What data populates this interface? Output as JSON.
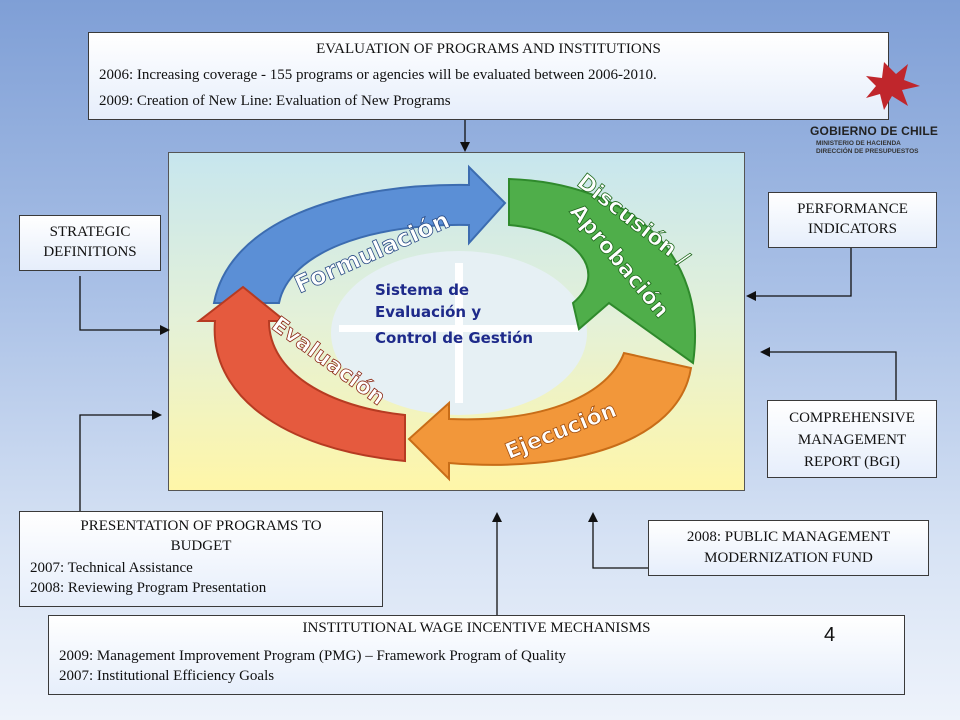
{
  "evaluation": {
    "title": "EVALUATION OF PROGRAMS AND INSTITUTIONS",
    "line1": "2006: Increasing coverage - 155 programs or agencies will be evaluated between 2006-2010.",
    "line2": "2009: Creation of New Line: Evaluation of New Programs"
  },
  "logo": {
    "name": "GOBIERNO DE CHILE",
    "sub1": "MINISTERIO DE HACIENDA",
    "sub2": "DIRECCIÓN DE PRESUPUESTOS",
    "color": "#c0262c"
  },
  "strategic": {
    "line1": "STRATEGIC",
    "line2": "DEFINITIONS"
  },
  "performance": {
    "line1": "PERFORMANCE",
    "line2": "INDICATORS"
  },
  "bgi": {
    "line1": "COMPREHENSIVE",
    "line2": "MANAGEMENT",
    "line3": "REPORT (BGI)"
  },
  "presentation": {
    "title1": "PRESENTATION OF PROGRAMS TO",
    "title2": "BUDGET",
    "line1": "2007: Technical Assistance",
    "line2": "2008: Reviewing Program Presentation"
  },
  "fund": {
    "line1": "2008: PUBLIC MANAGEMENT",
    "line2": "MODERNIZATION FUND"
  },
  "incentive": {
    "title": "INSTITUTIONAL WAGE INCENTIVE MECHANISMS",
    "line1": "2009: Management Improvement Program (PMG) – Framework Program of Quality",
    "line2": "2007: Institutional Efficiency Goals"
  },
  "page_number": "4",
  "cycle": {
    "center1": "Sistema de",
    "center2": "Evaluación y",
    "center3": "Control de Gestión",
    "stages": [
      {
        "label": "Formulación",
        "color": "#5b8fd6"
      },
      {
        "label": "Discusión /",
        "color": "#4fae4a"
      },
      {
        "label": "Aprobación",
        "color": "#4fae4a"
      },
      {
        "label": "Ejecución",
        "color": "#f2973a"
      },
      {
        "label": "Evaluación",
        "color": "#e55a3e"
      }
    ]
  }
}
